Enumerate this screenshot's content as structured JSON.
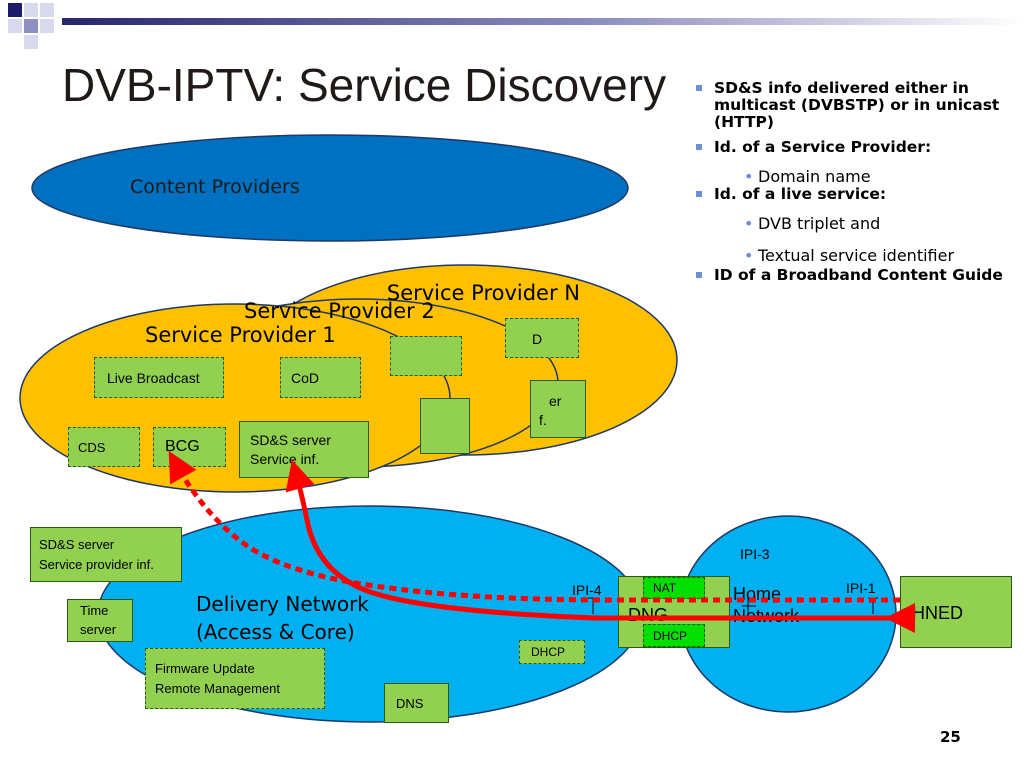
{
  "slide": {
    "title": "DVB-IPTV: Service Discovery",
    "page_number": "25",
    "bullets": [
      {
        "level": 1,
        "text": "SD&S info delivered either in multicast (DVBSTP) or in unicast (HTTP)"
      },
      {
        "level": 1,
        "text": "Id. of a Service Provider:"
      },
      {
        "level": 2,
        "text": "Domain name"
      },
      {
        "level": 1,
        "text": "Id. of a live service:"
      },
      {
        "level": 2,
        "text": "DVB triplet and"
      },
      {
        "level": 2,
        "text": "Textual service identifier"
      },
      {
        "level": 1,
        "text": "ID of a Broadband Content Guide"
      }
    ]
  },
  "diagram": {
    "content_providers": "Content Providers",
    "provider_n": {
      "title": "Service Provider N",
      "cod_fragment": "D",
      "sds_fragment_1": "er",
      "sds_fragment_2": "f."
    },
    "provider_2": {
      "title": "Service Provider 2"
    },
    "provider_1": {
      "title": "Service Provider 1",
      "live_broadcast": "Live Broadcast",
      "cod": "CoD",
      "cds": "CDS",
      "bcg": "BCG",
      "sds_server_line1": "SD&S server",
      "sds_server_line2": "Service inf."
    },
    "delivery_network": {
      "line1": "Delivery Network",
      "line2": "(Access & Core)",
      "sds_provider_line1": "SD&S server",
      "sds_provider_line2": "Service provider inf.",
      "time_server_line1": "Time",
      "time_server_line2": "server",
      "firmware_line1": "Firmware Update",
      "firmware_line2": "Remote Management",
      "dhcp": "DHCP",
      "dns": "DNS"
    },
    "home_network": {
      "line1": "Home",
      "line2": "Network",
      "ipi3": "IPI-3",
      "ipi1": "IPI-1"
    },
    "dng": {
      "label": "DNG",
      "nat": "NAT",
      "dhcp": "DHCP",
      "ipi4": "IPI-4"
    },
    "hned": "HNED"
  },
  "colors": {
    "content_providers": "#0070c0",
    "service_provider": "#ffc000",
    "delivery_network": "#00b0f0",
    "component": "#92d050",
    "arrow": "#ff0000",
    "bullet": "#6b8fd8"
  }
}
